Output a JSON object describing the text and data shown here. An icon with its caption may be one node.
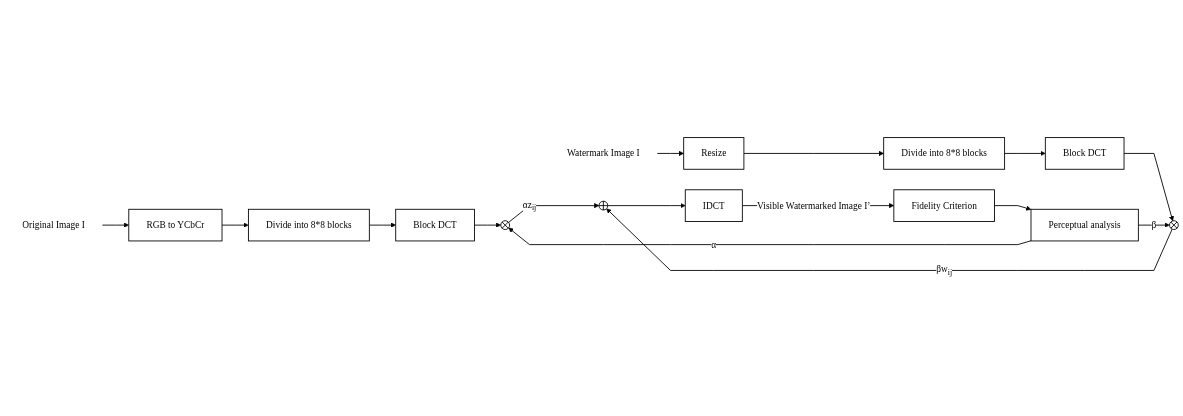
{
  "diagram": {
    "nodes": [
      {
        "text": [
          "Original Image I"
        ]
      },
      {
        "text": [
          "RGB to YCbCr"
        ]
      },
      {
        "text": [
          "Divide into 8*8 blocks"
        ]
      },
      {
        "text": [
          "Block DCT"
        ]
      },
      {
        "text": [],
        "shape": "circle"
      },
      {
        "text": [
          "Perceptual analysis"
        ]
      },
      {
        "text": [],
        "shape": "circle"
      },
      {
        "text": [
          "IDCT"
        ]
      },
      {
        "text": [
          "Watermark Image I"
        ]
      },
      {
        "text": [
          "Resize"
        ]
      },
      {
        "text": [
          "Divide into 8*8 blocks"
        ]
      },
      {
        "text": [
          "Block DCT"
        ]
      },
      {
        "text": [],
        "shape": "circle"
      },
      {
        "text": [
          "Fidelity Criterion"
        ]
      }
    ],
    "edges": [
      {
        "from": 0,
        "to": 1,
        "arrow": "to"
      },
      {
        "from": 1,
        "to": 2,
        "arrow": "to"
      },
      {
        "from": 2,
        "to": 3,
        "arrow": "to"
      },
      {
        "from": 3,
        "to": 4,
        "arrow": "to"
      },
      {
        "from": 5,
        "to": 4,
        "arrow": "to",
        "label": "α"
      },
      {
        "from": 4,
        "to": 6,
        "arrow": "to",
        "label": "αz$_{ij}$"
      },
      {
        "from": 6,
        "to": 7,
        "arrow": "to"
      },
      {
        "from": 7,
        "to": 13,
        "arrow": "to",
        "label": "Visible Watermarked Image I’"
      },
      {
        "from": 13,
        "to": 5,
        "arrow": "to"
      },
      {
        "from": 8,
        "to": 9,
        "arrow": "to"
      },
      {
        "from": 9,
        "to": 10,
        "arrow": "to"
      },
      {
        "from": 10,
        "to": 11,
        "arrow": "to"
      },
      {
        "from": 11,
        "to": 12,
        "arrow": "to"
      },
      {
        "from": 5,
        "to": 12,
        "arrow": "to",
        "label": "β"
      },
      {
        "from": 12,
        "to": 6,
        "arrow": "to",
        "label": "βw$_{ij}$"
      }
    ]
  }
}
